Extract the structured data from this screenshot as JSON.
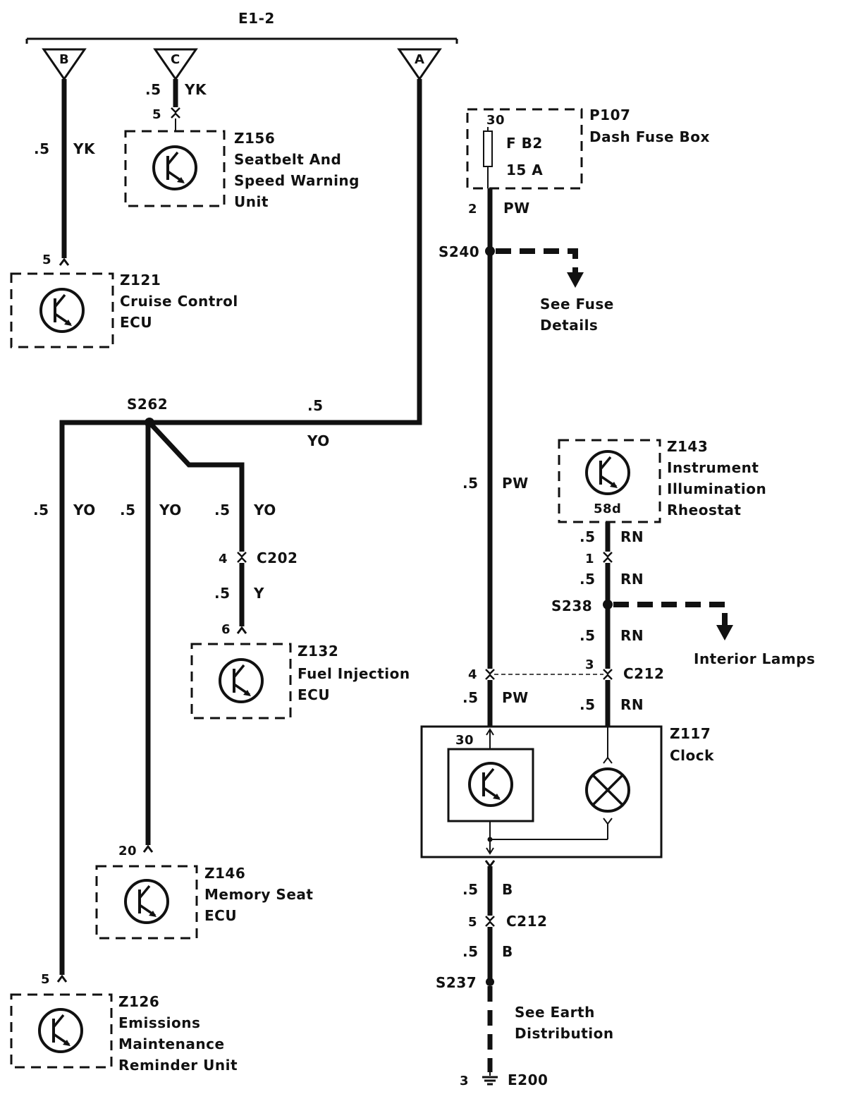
{
  "header": {
    "harness": "E1-2",
    "terminals": [
      "B",
      "C",
      "A"
    ]
  },
  "wires": {
    "gauge": ".5",
    "yk": "YK",
    "yo": "YO",
    "y": "Y",
    "pw": "PW",
    "rn": "RN",
    "b": "B"
  },
  "splices": {
    "s262": "S262",
    "s240": "S240",
    "s238": "S238",
    "s237": "S237"
  },
  "connectors": {
    "c202": "C202",
    "c212": "C212"
  },
  "pins": {
    "z156": "5",
    "z121": "5",
    "c202": "4",
    "z132": "6",
    "z146": "20",
    "z126": "5",
    "fuse_out": "2",
    "fuse_in": "30",
    "rheostat_out": "1",
    "c212_rn": "3",
    "c212_pw": "4",
    "clock_in": "30",
    "c212_b": "5",
    "earth": "3",
    "rheostat_term": "58d"
  },
  "components": {
    "z156": {
      "id": "Z156",
      "lines": [
        "Seatbelt And",
        "Speed Warning",
        "Unit"
      ]
    },
    "z121": {
      "id": "Z121",
      "lines": [
        "Cruise Control",
        "ECU"
      ]
    },
    "z132": {
      "id": "Z132",
      "lines": [
        "Fuel Injection",
        "ECU"
      ]
    },
    "z146": {
      "id": "Z146",
      "lines": [
        "Memory Seat",
        "ECU"
      ]
    },
    "z126": {
      "id": "Z126",
      "lines": [
        "Emissions",
        "Maintenance",
        "Reminder Unit"
      ]
    },
    "p107": {
      "id": "P107",
      "lines": [
        "Dash Fuse Box"
      ]
    },
    "z143": {
      "id": "Z143",
      "lines": [
        "Instrument",
        "Illumination",
        "Rheostat"
      ]
    },
    "z117": {
      "id": "Z117",
      "lines": [
        "Clock"
      ]
    }
  },
  "fuse": {
    "name": "F B2",
    "rating": "15 A"
  },
  "refs": {
    "fuse_details": [
      "See Fuse",
      "Details"
    ],
    "interior_lamps": "Interior Lamps",
    "earth_dist": [
      "See Earth",
      "Distribution"
    ]
  },
  "earth": "E200"
}
